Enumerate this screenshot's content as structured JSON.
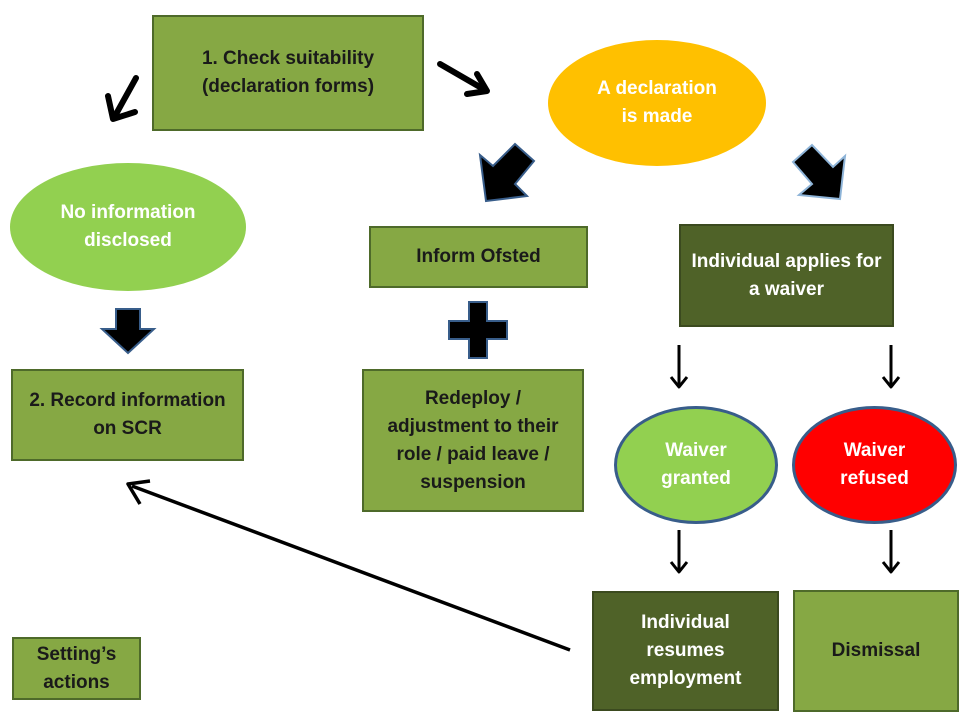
{
  "nodes": {
    "check_suitability": "1.   Check suitability (declaration forms)",
    "declaration_made": "A declaration is made",
    "no_information": "No information disclosed",
    "inform_ofsted": "Inform Ofsted",
    "applies_waiver": "Individual applies for a waiver",
    "record_scr": "2. Record information on SCR",
    "redeploy": "Redeploy / adjustment to their role / paid leave / suspension",
    "waiver_granted": "Waiver granted",
    "waiver_refused": "Waiver refused",
    "resumes_employment": "Individual resumes employment",
    "dismissal": "Dismissal",
    "settings_actions": "Setting’s actions"
  },
  "colors": {
    "light_green_box": "#86a844",
    "dark_green_box": "#4f6228",
    "yellow_oval": "#ffc000",
    "green_oval": "#92d050",
    "red_oval": "#ff0000",
    "oval_outline": "#385d8a",
    "arrow": "#000000"
  },
  "edges": [
    {
      "from": "check_suitability",
      "to": "no_information"
    },
    {
      "from": "check_suitability",
      "to": "declaration_made"
    },
    {
      "from": "declaration_made",
      "to": "inform_ofsted"
    },
    {
      "from": "declaration_made",
      "to": "applies_waiver"
    },
    {
      "from": "no_information",
      "to": "record_scr"
    },
    {
      "from": "inform_ofsted",
      "to": "redeploy",
      "kind": "plus"
    },
    {
      "from": "applies_waiver",
      "to": "waiver_granted"
    },
    {
      "from": "applies_waiver",
      "to": "waiver_refused"
    },
    {
      "from": "waiver_granted",
      "to": "resumes_employment"
    },
    {
      "from": "waiver_refused",
      "to": "dismissal"
    },
    {
      "from": "resumes_employment",
      "to": "record_scr"
    }
  ]
}
